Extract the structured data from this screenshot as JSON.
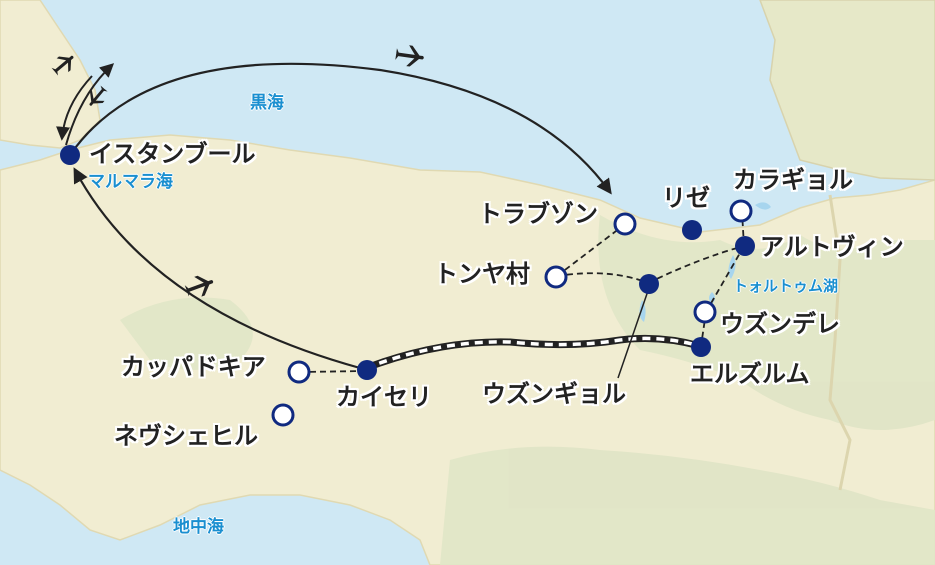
{
  "colors": {
    "sea": "#cfe8f4",
    "land": "#f1edd2",
    "mountain": "#e0e5c6",
    "border": "#dfd9b5",
    "visited": "#102a80",
    "water_label": "#1a8fd0"
  },
  "seas": {
    "black_sea": "黒海",
    "marmara": "マルマラ海",
    "mediterranean": "地中海",
    "lake_tortum": "トォルトゥム湖"
  },
  "cities": {
    "istanbul": "イスタンブール",
    "trabzon": "トラブゾン",
    "rize": "リゼ",
    "karagol": "カラギョル",
    "tonya": "トンヤ村",
    "altuvin": "アルトヴィン",
    "uzungol": "ウズンギョル",
    "uzundere": "ウズンデレ",
    "erzurum": "エルズルム",
    "kayseri": "カイセリ",
    "cappadocia": "カッパドキア",
    "nevsehir": "ネヴシェヒル"
  },
  "icons": [
    "airplane-icon",
    "airplane-icon",
    "airplane-icon",
    "airplane-icon"
  ]
}
